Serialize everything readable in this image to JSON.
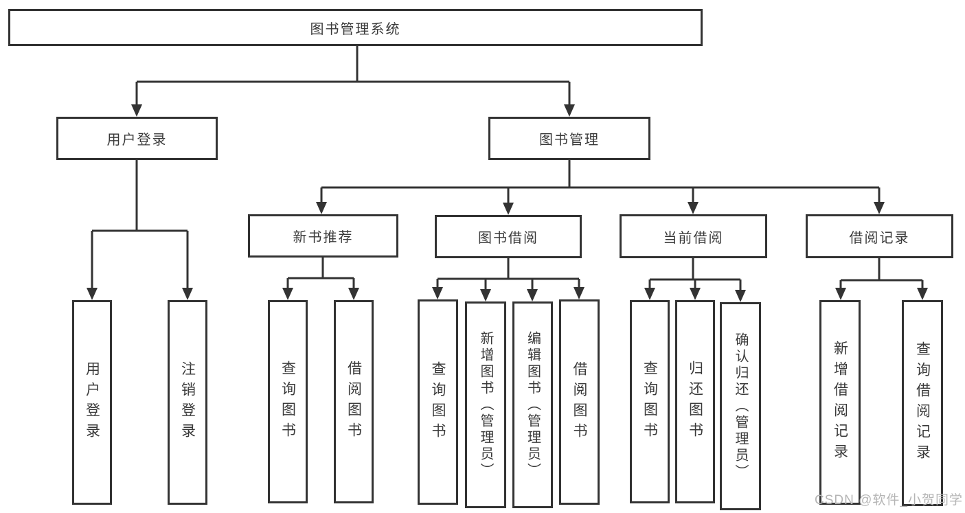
{
  "diagram_type": "hierarchy-tree",
  "colors": {
    "line": "#333333",
    "box_border": "#333333",
    "box_fill": "#ffffff",
    "text": "#3a3a3a",
    "background": "#ffffff",
    "watermark": "#b5b5b5"
  },
  "tree": {
    "label": "图书管理系统",
    "children": [
      {
        "label": "用户登录",
        "children": [
          {
            "label": "用户登录"
          },
          {
            "label": "注销登录"
          }
        ]
      },
      {
        "label": "图书管理",
        "children": [
          {
            "label": "新书推荐",
            "children": [
              {
                "label": "查询图书"
              },
              {
                "label": "借阅图书"
              }
            ]
          },
          {
            "label": "图书借阅",
            "children": [
              {
                "label": "查询图书"
              },
              {
                "label": "新增图书（管理员）"
              },
              {
                "label": "编辑图书（管理员）"
              },
              {
                "label": "借阅图书"
              }
            ]
          },
          {
            "label": "当前借阅",
            "children": [
              {
                "label": "查询图书"
              },
              {
                "label": "归还图书"
              },
              {
                "label": "确认归还（管理员）"
              }
            ]
          },
          {
            "label": "借阅记录",
            "children": [
              {
                "label": "新增借阅记录"
              },
              {
                "label": "查询借阅记录"
              }
            ]
          }
        ]
      }
    ]
  },
  "watermark": {
    "text": "CSDN @软件_小贺同学"
  }
}
